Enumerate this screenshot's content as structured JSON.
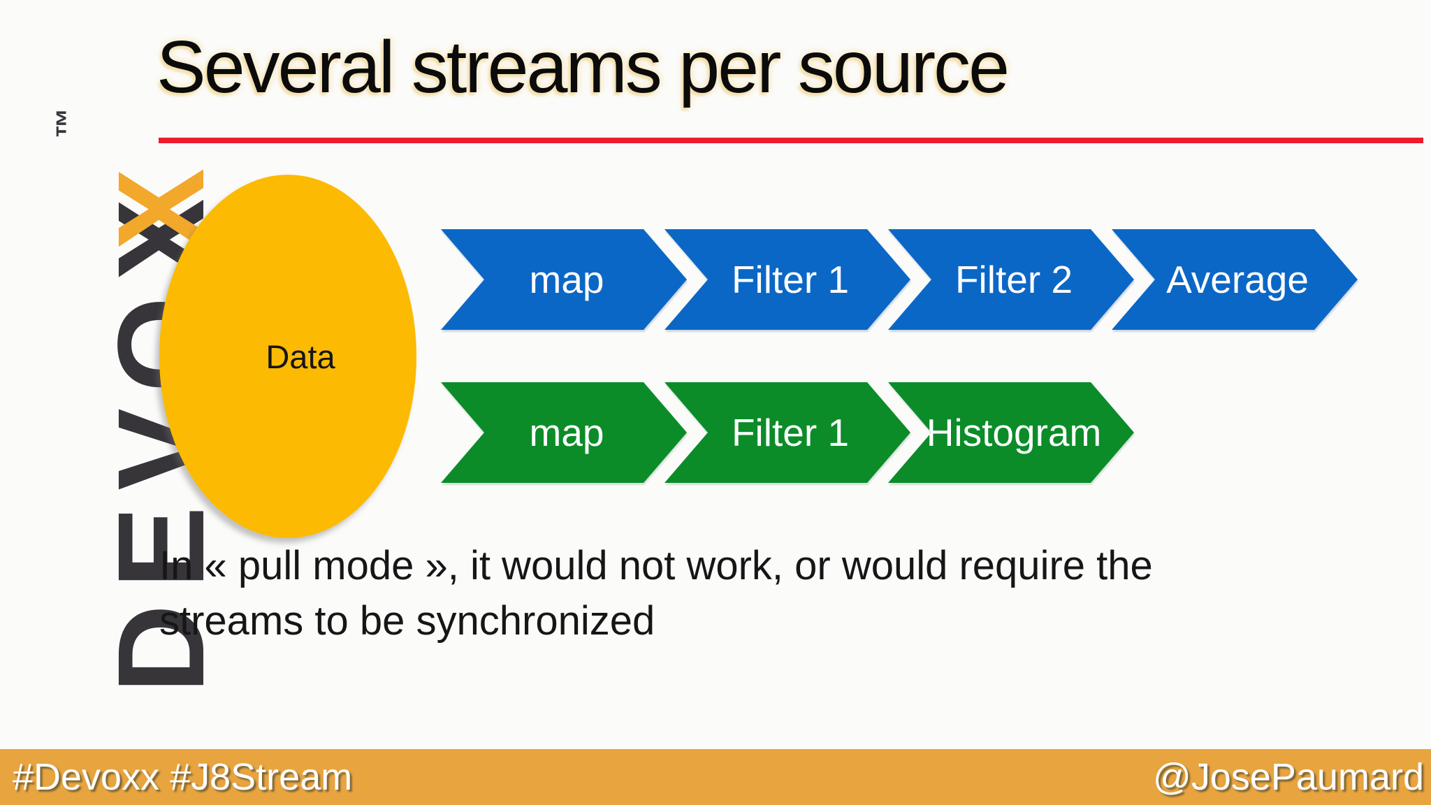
{
  "title": "Several streams per source",
  "logo": {
    "letters": [
      "D",
      "E",
      "V",
      "O",
      "X",
      "X"
    ],
    "tm": "™"
  },
  "source": {
    "label": "Data"
  },
  "streams": {
    "blue": {
      "labels": [
        "map",
        "Filter 1",
        "Filter 2",
        "Average"
      ]
    },
    "green": {
      "labels": [
        "map",
        "Filter 1",
        "Histogram"
      ]
    }
  },
  "body": {
    "lines": [
      "In « pull mode », it would not work, or would require the",
      "streams to be synchronized"
    ]
  },
  "footer": {
    "left": "#Devoxx #J8Stream",
    "right": "@JosePaumard"
  },
  "colors": {
    "blue": "#0B67C6",
    "green": "#0B8C29",
    "gold": "#FCBA02",
    "footerBar": "#E8A43E",
    "rule": "#ED1B2D",
    "logoDark": "#37343A",
    "logoOrange": "#F2A82B"
  }
}
